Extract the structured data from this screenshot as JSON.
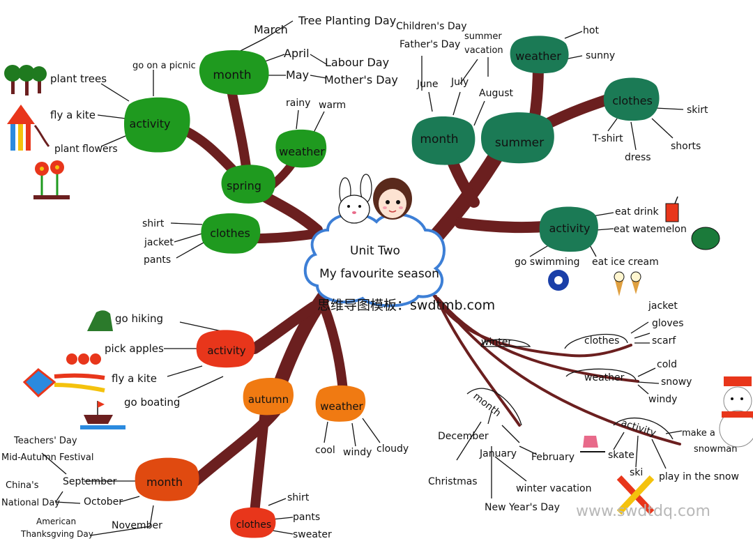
{
  "center": {
    "line1": "Unit  Two",
    "line2": "My  favourite  season"
  },
  "colors": {
    "trunk": "#6b1f1f",
    "spring_leaf": "#1f9a1f",
    "summer_leaf": "#1b7a55",
    "autumn_red": "#e8361b",
    "autumn_orange": "#f07a12",
    "autumn_month": "#e04a10",
    "cloud_outline": "#3d7fd6",
    "winter_line": "#6b1f1f"
  },
  "spring": {
    "label": "spring",
    "month": {
      "label": "month",
      "items": [
        "March",
        "April",
        "May"
      ],
      "events": [
        "Tree Planting Day",
        "Labour Day",
        "Mother's Day"
      ]
    },
    "activity": {
      "label": "activity",
      "items": [
        "go on a picnic",
        "plant trees",
        "fly a kite",
        "plant flowers"
      ]
    },
    "weather": {
      "label": "weather",
      "items": [
        "rainy",
        "warm"
      ]
    },
    "clothes": {
      "label": "clothes",
      "items": [
        "shirt",
        "jacket",
        "pants"
      ]
    }
  },
  "summer": {
    "label": "summer",
    "month": {
      "label": "month",
      "items": [
        "June",
        "July",
        "August"
      ],
      "events": [
        "Children's Day",
        "Father's Day",
        "summer vacation"
      ]
    },
    "weather": {
      "label": "weather",
      "items": [
        "hot",
        "sunny"
      ]
    },
    "clothes": {
      "label": "clothes",
      "items": [
        "skirt",
        "T-shirt",
        "dress",
        "shorts"
      ]
    },
    "activity": {
      "label": "activity",
      "items": [
        "eat drink",
        "eat watemelon",
        "go swimming",
        "eat ice cream"
      ]
    }
  },
  "autumn": {
    "label": "autumn",
    "activity": {
      "label": "activity",
      "items": [
        "go hiking",
        "pick apples",
        "fly a kite",
        "go boating"
      ]
    },
    "weather": {
      "label": "weather",
      "items": [
        "cool",
        "windy",
        "cloudy"
      ]
    },
    "month": {
      "label": "month",
      "items": [
        "September",
        "October",
        "November"
      ],
      "events": [
        "Teachers' Day",
        "Mid-Autumn Festival",
        "China's",
        "National Day",
        "American",
        "Thanksgving Day"
      ]
    },
    "clothes": {
      "label": "clothes",
      "items": [
        "shirt",
        "pants",
        "sweater"
      ]
    }
  },
  "winter": {
    "label": "winter",
    "clothes": {
      "label": "clothes",
      "items": [
        "jacket",
        "gloves",
        "scarf"
      ]
    },
    "weather": {
      "label": "weather",
      "items": [
        "cold",
        "snowy",
        "windy"
      ]
    },
    "month": {
      "label": "month",
      "items": [
        "December",
        "January",
        "February"
      ],
      "events": [
        "Christmas",
        "winter vacation",
        "New Year's Day"
      ]
    },
    "activity": {
      "label": "activity",
      "items": [
        "make a",
        "snowman",
        "skate",
        "ski",
        "play in the snow"
      ]
    }
  },
  "watermarks": {
    "top": "思维导图模板：swdtmb.com",
    "bottom": "www.swdtdq.com"
  }
}
